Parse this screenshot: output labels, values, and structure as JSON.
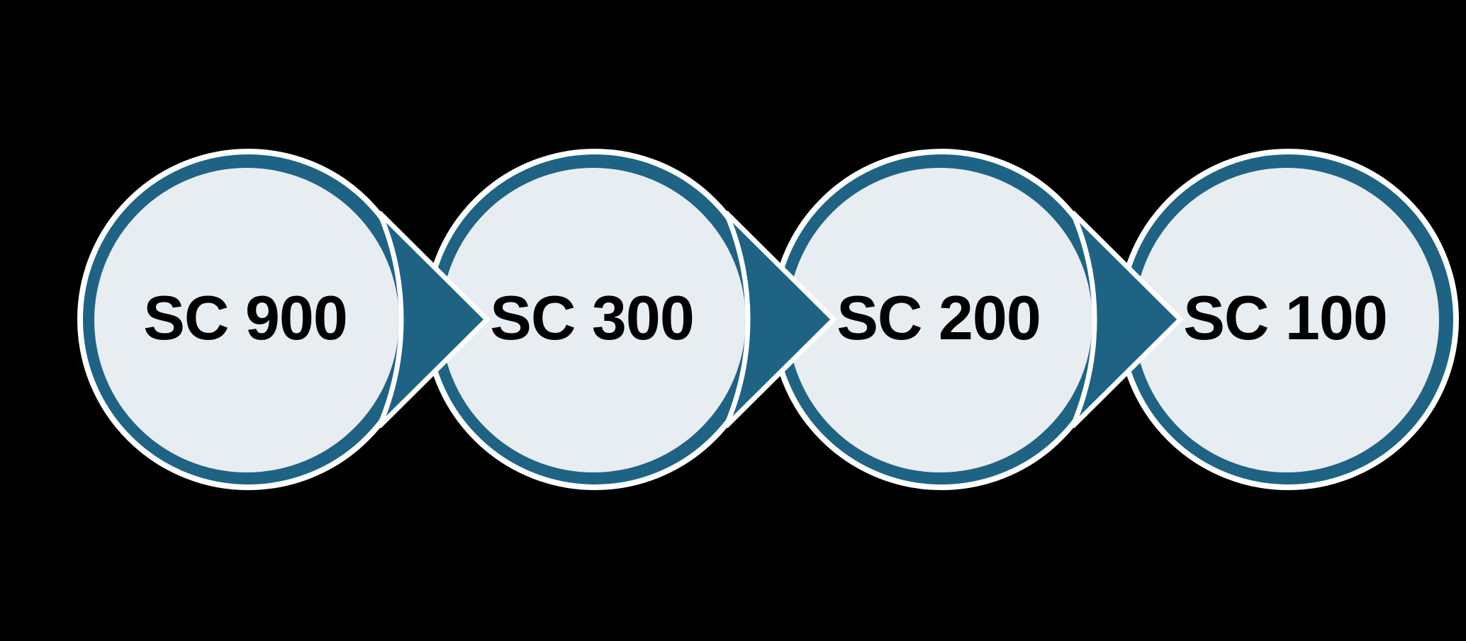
{
  "diagram": {
    "background_color": "#000000",
    "node_color": "#1e6384",
    "node_inner_color": "#e8edf1",
    "outline_color": "#ffffff",
    "label_color": "#000000",
    "steps": [
      {
        "label": "SC 900"
      },
      {
        "label": "SC 300"
      },
      {
        "label": "SC 200"
      },
      {
        "label": "SC 100"
      }
    ]
  }
}
